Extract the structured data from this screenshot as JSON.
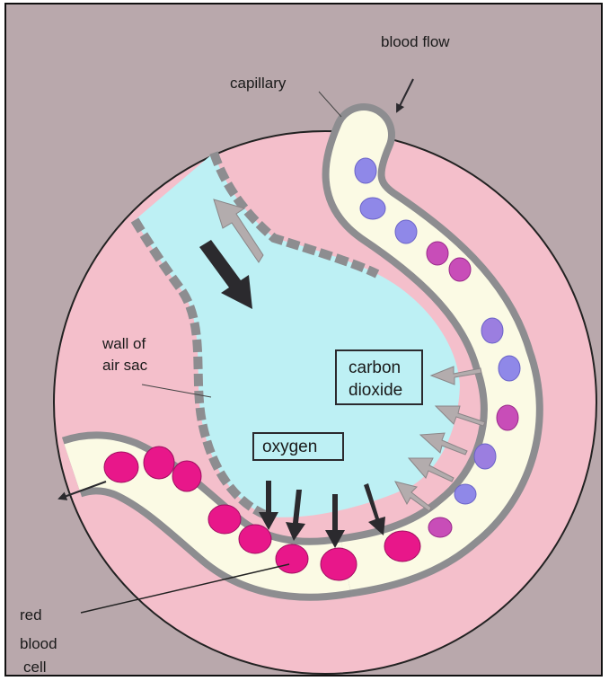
{
  "labels": {
    "blood_flow": "blood flow",
    "capillary": "capillary",
    "wall_line1": "wall of",
    "wall_line2": "air sac",
    "carbon_line1": "carbon",
    "carbon_line2": "dioxide",
    "oxygen": "oxygen",
    "rbc_line1": "red",
    "rbc_line2": "blood",
    "rbc_line3": "cell"
  },
  "colors": {
    "background": "#b9a8ac",
    "tissue_pink": "#f4bfcb",
    "air_sac": "#bdf0f4",
    "capillary_fill": "#fbfae4",
    "oxygenated_cell": "#e8178a",
    "deoxygenated_cell": "#8f88e8",
    "wall_cell": "#9a9a9c",
    "co2_arrow": "#b3acad",
    "o2_arrow": "#2b2a2e"
  }
}
